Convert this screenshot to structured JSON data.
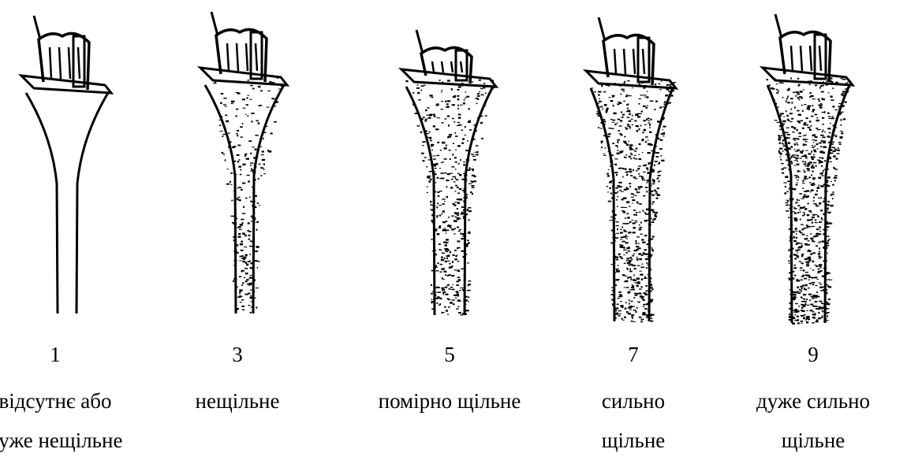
{
  "items": [
    {
      "score": "1",
      "lines": [
        "відсутнє або",
        "дуже нещільне"
      ],
      "density": 0
    },
    {
      "score": "3",
      "lines": [
        "нещільне"
      ],
      "density": 0.3
    },
    {
      "score": "5",
      "lines": [
        "помірно щільне"
      ],
      "density": 0.55
    },
    {
      "score": "7",
      "lines": [
        "сильно",
        "щільне"
      ],
      "density": 0.8
    },
    {
      "score": "9",
      "lines": [
        "дуже сильно",
        "щільне"
      ],
      "density": 1
    }
  ],
  "colors": {
    "ink": "#000000",
    "background": "#ffffff"
  }
}
